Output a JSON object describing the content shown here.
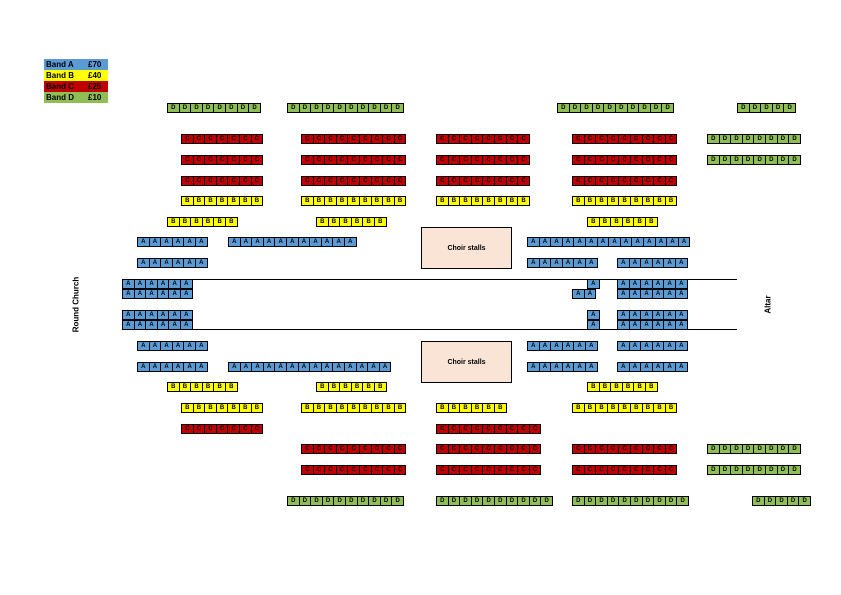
{
  "legend": [
    {
      "band": "Band A",
      "price": "£70",
      "color": "#5b9bd5"
    },
    {
      "band": "Band B",
      "price": "£40",
      "color": "#ffff00"
    },
    {
      "band": "Band C",
      "price": "£25",
      "color": "#c00000"
    },
    {
      "band": "Band D",
      "price": "£10",
      "color": "#8fbe55"
    }
  ],
  "seat_letters": {
    "A": "A",
    "B": "B",
    "C": "C",
    "D": "D"
  },
  "choir_stalls_label": "Choir stalls",
  "round_church_label": "Round Church",
  "altar_label": "Altar"
}
